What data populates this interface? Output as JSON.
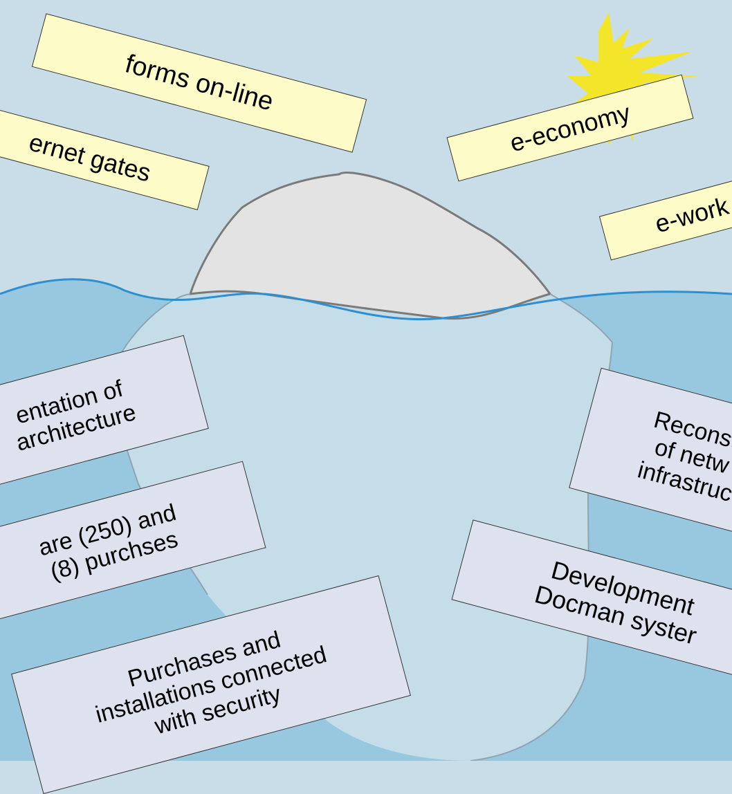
{
  "colors": {
    "sky": "#c9dde8",
    "water": "#98c8e0",
    "iceberg_above": "#e3e3e3",
    "iceberg_below": "#c4dde8",
    "waterline": "#2e8fd0",
    "sun": "#f2e52a",
    "label_above_bg": "#fdfcc8",
    "label_below_bg": "#dde2ee"
  },
  "labels_above_water": [
    {
      "id": "forms-online",
      "text": "forms on-line"
    },
    {
      "id": "internet-gates",
      "text": "ernet gates"
    },
    {
      "id": "e-economy",
      "text": "e-economy"
    },
    {
      "id": "e-work",
      "text": "e-work"
    }
  ],
  "labels_below_water": [
    {
      "id": "implementation",
      "text": "entation of\narchitecture"
    },
    {
      "id": "hardware",
      "text": "are (250) and\n(8) purchses"
    },
    {
      "id": "security",
      "text": "Purchases and\ninstallations connected\nwith security"
    },
    {
      "id": "reconstruction",
      "text": "Reconsti\nof netw\ninfrastruc"
    },
    {
      "id": "docman",
      "text": "Development\nDocman syster"
    }
  ]
}
